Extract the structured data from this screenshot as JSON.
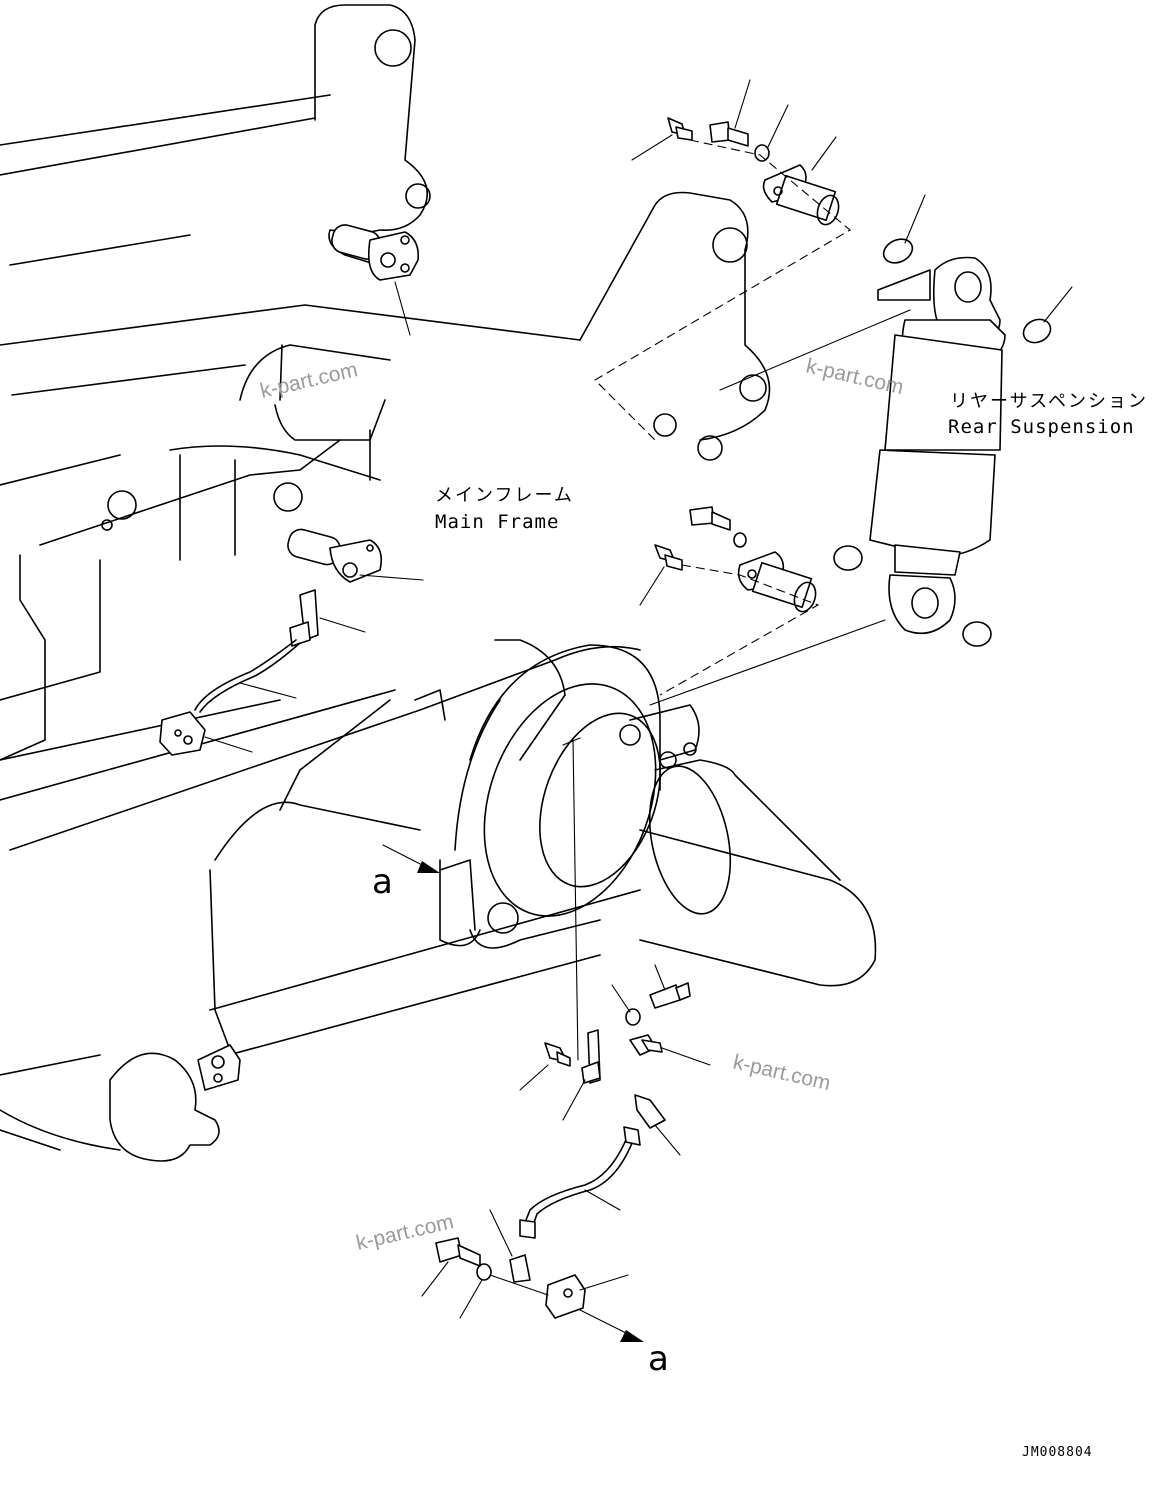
{
  "labels": {
    "main_frame_jp": "メインフレーム",
    "main_frame_en": "Main Frame",
    "rear_suspension_jp": "リヤーサスペンション",
    "rear_suspension_en": "Rear Suspension",
    "view_ref_a_top": "a",
    "view_ref_a_bottom": "a"
  },
  "watermarks": [
    "k-part.com",
    "k-part.com",
    "k-part.com",
    "k-part.com"
  ],
  "drawing_code": "JM008804"
}
